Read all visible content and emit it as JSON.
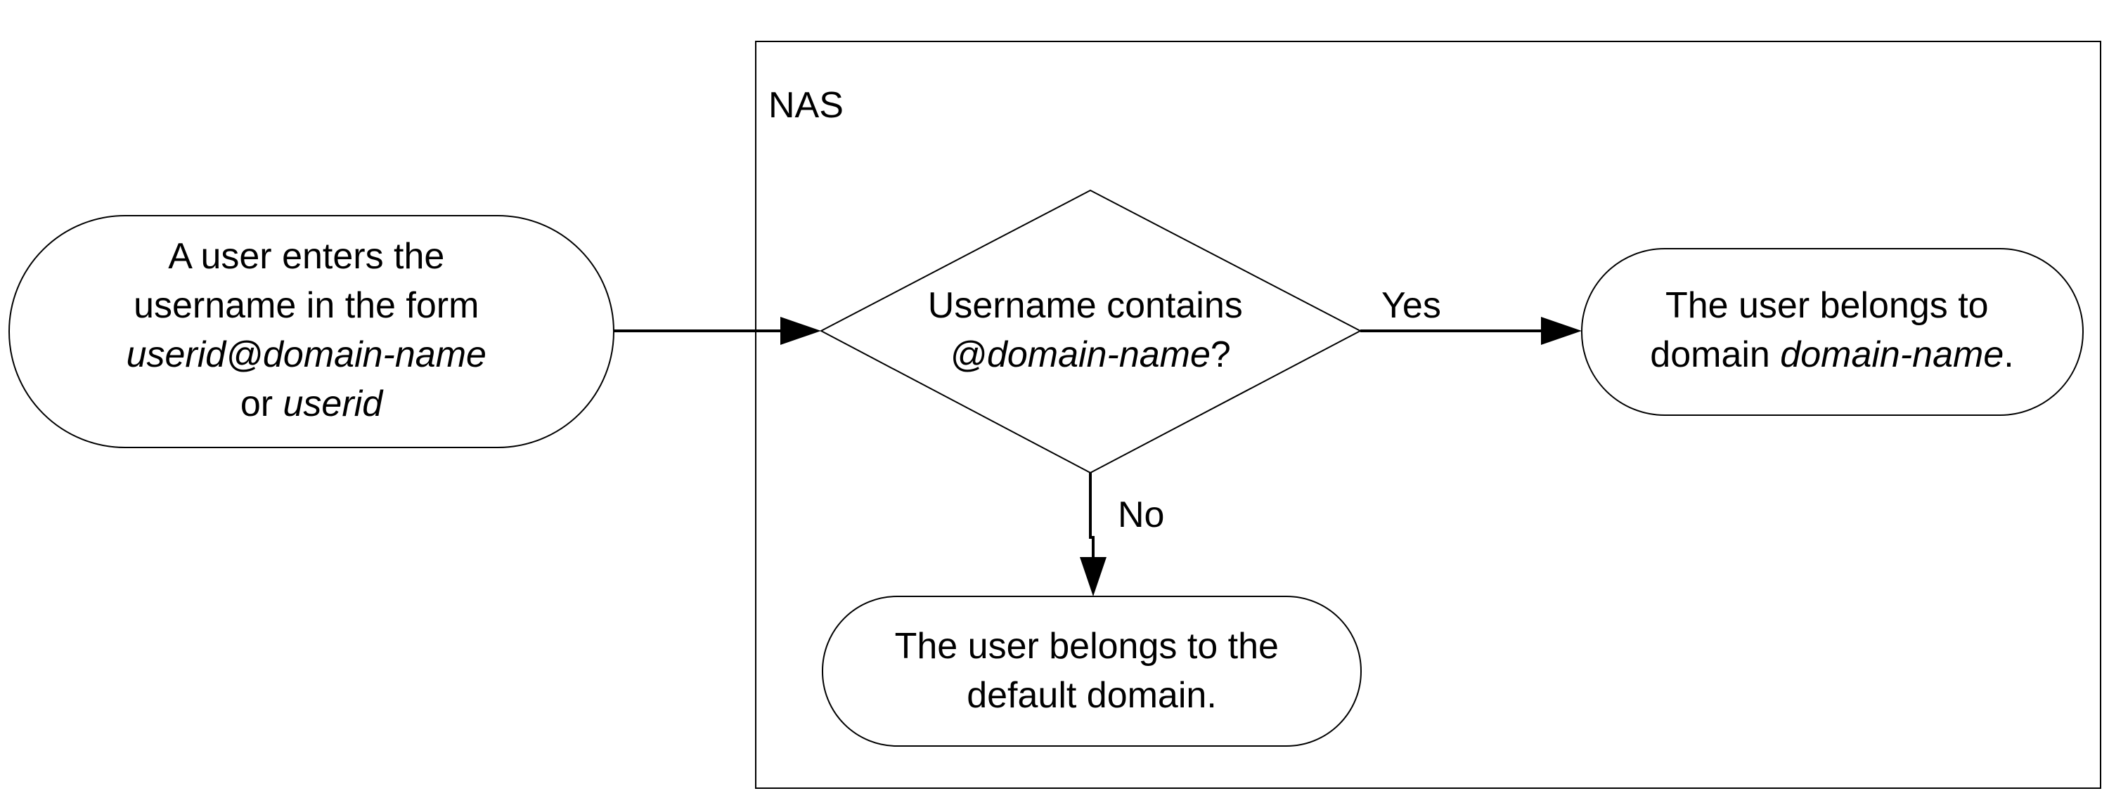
{
  "container": {
    "label": "NAS"
  },
  "start_node": {
    "line1": "A user enters the",
    "line2": "username in the form",
    "line3": "userid@domain-name",
    "line4_prefix": "or ",
    "line4_italic": "userid"
  },
  "decision": {
    "line1": "Username contains",
    "line2_italic": "@domain-name",
    "line2_suffix": "?"
  },
  "yes_branch": {
    "label": "Yes"
  },
  "no_branch": {
    "label": "No"
  },
  "yes_result": {
    "line1": "The user belongs to",
    "line2_prefix": "domain ",
    "line2_italic": "domain-name",
    "line2_suffix": "."
  },
  "no_result": {
    "line1": "The user belongs to the",
    "line2": "default domain."
  }
}
